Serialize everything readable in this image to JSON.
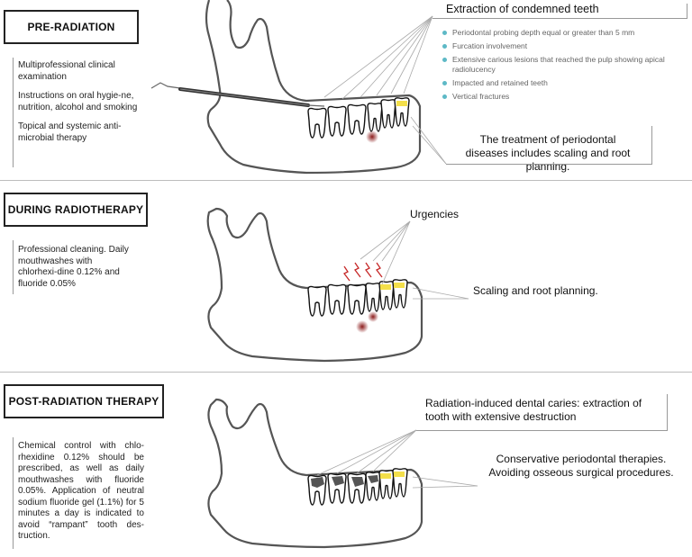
{
  "sections": {
    "pre": {
      "title": "PRE-RADIATION",
      "notes": [
        "Multiprofessional clinical examination",
        "Instructions on oral hygie-ne, nutrition, alcohol and smoking",
        "Topical and systemic anti-microbial therapy"
      ],
      "extraction_title": "Extraction of condemned teeth",
      "extraction_items": [
        "Periodontal probing depth equal or greater than 5 mm",
        "Furcation involvement",
        "Extensive carious lesions that reached the pulp showing apical radiolucency",
        "Impacted and retained teeth",
        "Vertical fractures"
      ],
      "periodontal_note": "The treatment of periodontal diseases includes scaling and root planning."
    },
    "during": {
      "title": "DURING RADIOTHERAPY",
      "notes": [
        "Professional cleaning. Daily mouthwashes with chlorhexi-dine 0.12% and fluoride 0.05%"
      ],
      "urgencies": "Urgencies",
      "scaling": "Scaling and root planning."
    },
    "post": {
      "title": "POST-RADIATION THERAPY",
      "notes": [
        "Chemical control with chlo-rhexidine 0.12% should be prescribed, as well as daily mouthwashes with fluoride 0.05%. Application of neutral sodium fluoride gel (1.1%) for 5 minutes a day is indicated to avoid “rampant” tooth des-truction."
      ],
      "caries": "Radiation-induced dental caries: extraction of tooth with extensive destruction",
      "conservative": "Conservative periodontal therapies. Avoiding osseous surgical procedures."
    }
  },
  "colors": {
    "bullet": "#5db9c6",
    "lesion": "#8b1a1a",
    "urgency": "#c62828",
    "highlight_tooth": "#f3df4a"
  },
  "icons": {
    "jaw": "mandible-icon",
    "tooth": "tooth-icon",
    "probe": "periodontal-probe-icon",
    "lightning": "lightning-icon"
  }
}
